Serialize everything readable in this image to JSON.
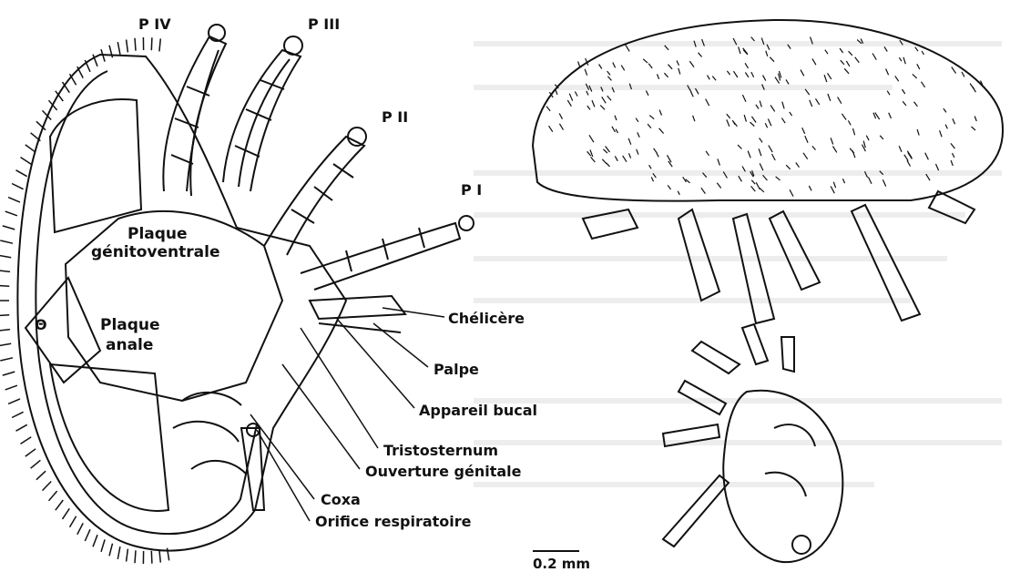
{
  "labels": {
    "p4": "P IV",
    "p3": "P III",
    "p2": "P II",
    "p1": "P I",
    "plaque_genitoventrale_1": "Plaque",
    "plaque_genitoventrale_2": "génitoventrale",
    "plaque_anale_1": "Plaque",
    "plaque_anale_2": "anale",
    "anus_symbol": "Θ",
    "chelicere": "Chélicère",
    "palpe": "Palpe",
    "appareil_buccal": "Appareil bucal",
    "tritosternum": "Tristosternum",
    "ouverture_genitale": "Ouverture génitale",
    "coxa": "Coxa",
    "orifice_respiratoire": "Orifice respiratoire",
    "scale": "0.2 mm"
  },
  "colors": {
    "ink": "#111111",
    "paper": "#ffffff",
    "bleed": "#cfcfcf"
  }
}
